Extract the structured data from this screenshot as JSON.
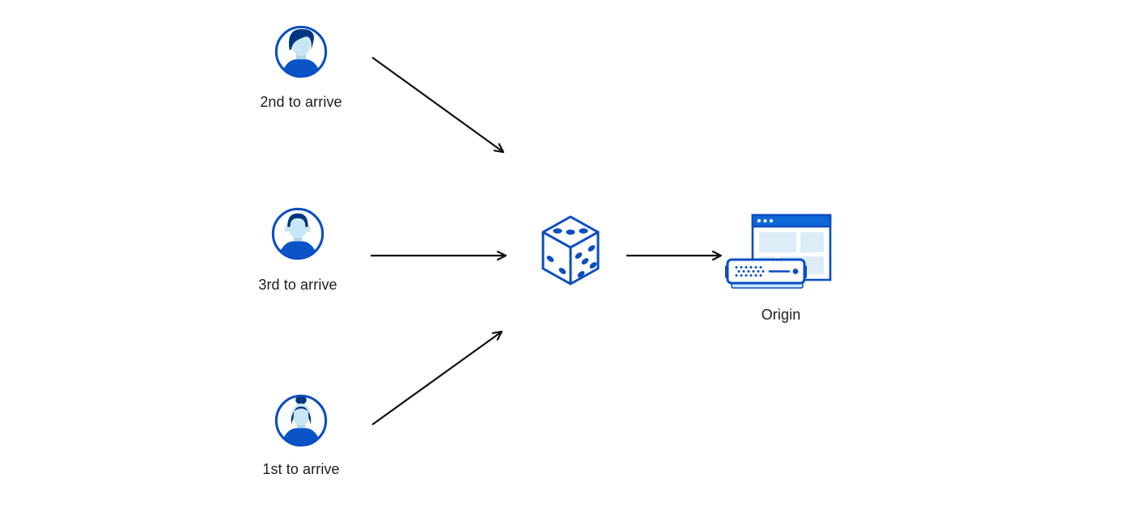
{
  "diagram": {
    "clients": [
      {
        "id": "client-2nd",
        "label": "2nd to arrive",
        "icon": "user-avatar-male-swoop-hair-icon"
      },
      {
        "id": "client-3rd",
        "label": "3rd to arrive",
        "icon": "user-avatar-male-flat-hair-icon"
      },
      {
        "id": "client-1st",
        "label": "1st to arrive",
        "icon": "user-avatar-female-bun-hair-icon"
      }
    ],
    "randomizer": {
      "id": "dice",
      "icon": "dice-icon"
    },
    "origin": {
      "id": "origin",
      "label": "Origin",
      "icon": "origin-server-icon"
    },
    "arrows": [
      {
        "from": "client-2nd",
        "to": "dice",
        "direction": "down-right"
      },
      {
        "from": "client-3rd",
        "to": "dice",
        "direction": "right"
      },
      {
        "from": "client-1st",
        "to": "dice",
        "direction": "up-right"
      },
      {
        "from": "dice",
        "to": "origin",
        "direction": "right"
      }
    ]
  },
  "colors": {
    "background": "#ffffff",
    "outline_blue": "#0b4dc2",
    "hair_dark_blue": "#003681",
    "skin_light_blue": "#c9e6f5",
    "neck_shade_blue": "#aed6ee",
    "shirt_blue": "#0a54c8",
    "window_titlebar_blue": "#0f68d8",
    "window_panel_light_blue": "#dcedf8",
    "server_base_light_blue": "#cfe8f7",
    "arrow_black": "#111111",
    "label_text": "#1d1d1f"
  }
}
